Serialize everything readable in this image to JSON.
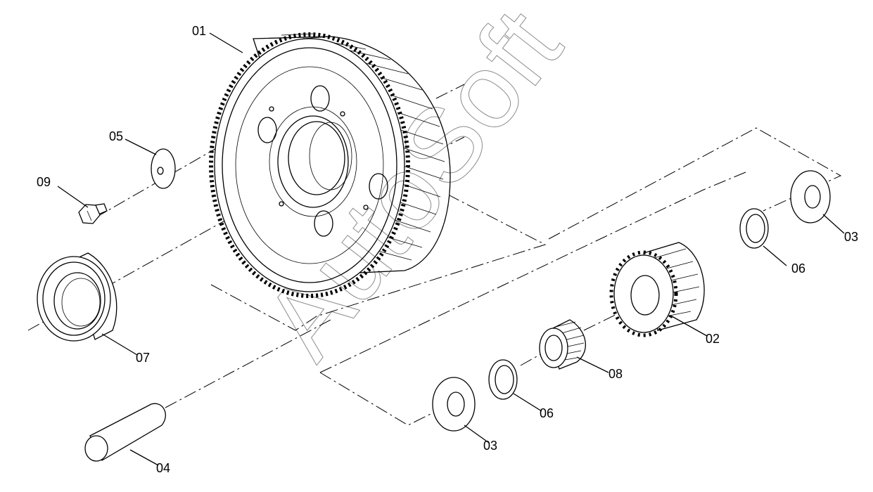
{
  "diagram": {
    "labels": {
      "p01": "01",
      "p02": "02",
      "p03a": "03",
      "p03b": "03",
      "p04": "04",
      "p05": "05",
      "p06a": "06",
      "p06b": "06",
      "p07": "07",
      "p08": "08",
      "p09": "09"
    },
    "watermark": "AutoSoft"
  }
}
